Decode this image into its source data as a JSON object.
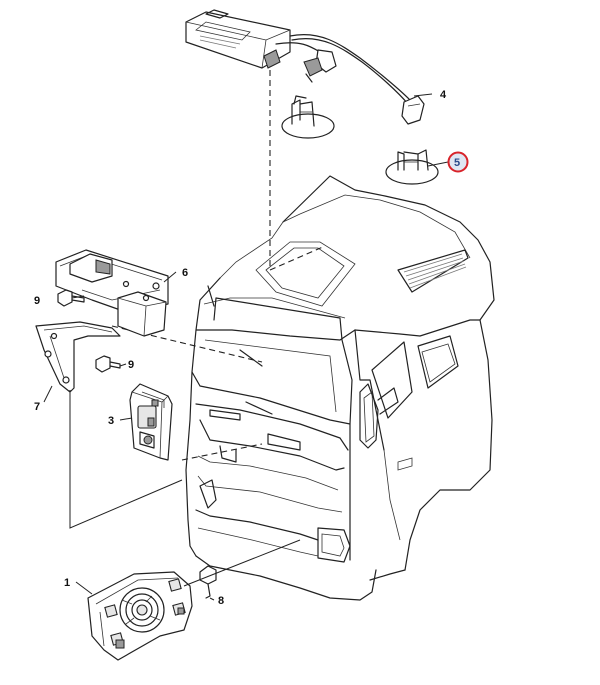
{
  "callouts": {
    "c1": "1",
    "c3": "3",
    "c4": "4",
    "c5": "5",
    "c6": "6",
    "c7": "7",
    "c8": "8",
    "c9a": "9",
    "c9b": "9"
  },
  "colors": {
    "line": "#222222",
    "highlight_ring": "#d8232a",
    "highlight_fill": "#dfe6f2",
    "highlight_text": "#2b4a8a"
  }
}
